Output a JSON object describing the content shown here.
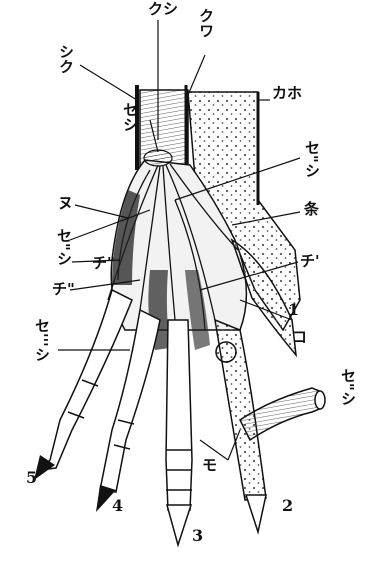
{
  "labels": {
    "ku_shi": "クシ",
    "ku_wa": "クワ",
    "shi_ku": "シク",
    "ka_ho": "カホ",
    "se_shi_top": "セシ",
    "se_shi_dd_right": "セ\"シ",
    "nu": "ヌ",
    "jo": "条",
    "se_shi_dd_left": "セ\"シ",
    "chi_dd_left": "チ\"",
    "chi_prime": "チ'",
    "chi_dd_lower": "チ\"",
    "one": "1",
    "ko": "コ",
    "se_shi_triple": "セ'''シ",
    "se_shi_dd_far_right": "セ\"シ",
    "mo": "モ",
    "five": "5",
    "four": "4",
    "three": "3",
    "two": "2"
  },
  "colors": {
    "ink": "#111111",
    "paper": "#ffffff",
    "stipple": "#555555"
  }
}
